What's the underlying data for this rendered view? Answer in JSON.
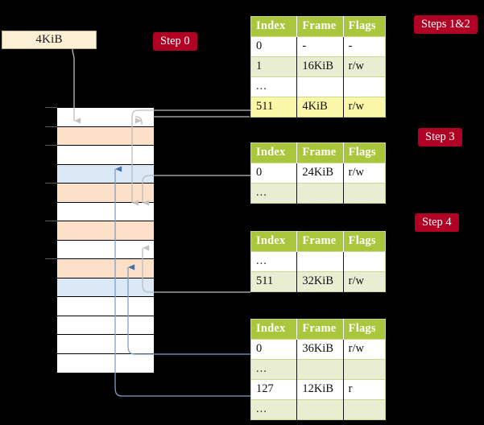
{
  "diagram": {
    "title_source_box": "4KiB",
    "badges": [
      {
        "name": "step-0",
        "label": "Step 0"
      },
      {
        "name": "steps-1-2",
        "label": "Steps 1&2"
      },
      {
        "name": "step-3",
        "label": "Step 3"
      },
      {
        "name": "step-4",
        "label": "Step 4"
      }
    ]
  },
  "colors": {
    "background": "#000000",
    "badge": "#b00024",
    "table_header": "#a9c63c",
    "table_alt_row": "#e9eed3",
    "table_highlight_row": "#fbf7a8",
    "memory_orange": "#fde0c8",
    "memory_blue": "#dbe8f6",
    "source_box": "#fdf0d5",
    "wire_gray": "#bdbdbd",
    "wire_blue": "#7fa0c9"
  },
  "memory_column": {
    "name": "physical-memory-frames",
    "rows": [
      {
        "index": 0,
        "fill": "white"
      },
      {
        "index": 1,
        "fill": "orange"
      },
      {
        "index": 2,
        "fill": "white"
      },
      {
        "index": 3,
        "fill": "blue"
      },
      {
        "index": 4,
        "fill": "orange"
      },
      {
        "index": 5,
        "fill": "white"
      },
      {
        "index": 6,
        "fill": "orange"
      },
      {
        "index": 7,
        "fill": "white"
      },
      {
        "index": 8,
        "fill": "orange"
      },
      {
        "index": 9,
        "fill": "blue"
      },
      {
        "index": 10,
        "fill": "white"
      },
      {
        "index": 11,
        "fill": "white"
      },
      {
        "index": 12,
        "fill": "white"
      },
      {
        "index": 13,
        "fill": "white"
      }
    ],
    "tick_rows": [
      0,
      1,
      2,
      4,
      6,
      8
    ]
  },
  "tables": {
    "columns": [
      "Index",
      "Frame",
      "Flags"
    ],
    "list": [
      {
        "name": "page-table-level-4",
        "rows": [
          {
            "index": "0",
            "frame": "-",
            "flags": "-",
            "style": "plain"
          },
          {
            "index": "1",
            "frame": "16KiB",
            "flags": "r/w",
            "style": "alt"
          },
          {
            "index": "...",
            "frame": "",
            "flags": "",
            "style": "plain"
          },
          {
            "index": "511",
            "frame": "4KiB",
            "flags": "r/w",
            "style": "hl"
          }
        ]
      },
      {
        "name": "page-table-level-3",
        "rows": [
          {
            "index": "0",
            "frame": "24KiB",
            "flags": "r/w",
            "style": "plain"
          },
          {
            "index": "...",
            "frame": "",
            "flags": "",
            "style": "alt"
          }
        ]
      },
      {
        "name": "page-table-level-2",
        "rows": [
          {
            "index": "...",
            "frame": "",
            "flags": "",
            "style": "plain"
          },
          {
            "index": "511",
            "frame": "32KiB",
            "flags": "r/w",
            "style": "alt"
          }
        ]
      },
      {
        "name": "page-table-level-1",
        "rows": [
          {
            "index": "0",
            "frame": "36KiB",
            "flags": "r/w",
            "style": "plain"
          },
          {
            "index": "...",
            "frame": "",
            "flags": "",
            "style": "alt"
          },
          {
            "index": "127",
            "frame": "12KiB",
            "flags": "r",
            "style": "plain"
          },
          {
            "index": "...",
            "frame": "",
            "flags": "",
            "style": "alt"
          }
        ]
      }
    ]
  }
}
